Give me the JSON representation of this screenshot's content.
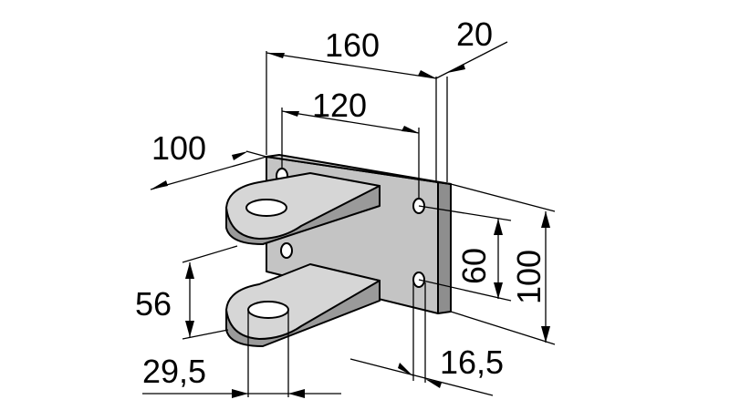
{
  "drawing": {
    "part_colors": {
      "plate_front": "#c4c4c4",
      "plate_edge": "#8e8e8e",
      "lug_top": "#d6d6d6",
      "lug_side": "#9a9a9a",
      "hole": "#ffffff",
      "outline": "#000000"
    },
    "dimensions": {
      "overall_width": "160",
      "plate_thickness": "20",
      "hole_spacing_horizontal": "120",
      "lug_depth": "100",
      "hole_spacing_vertical": "60",
      "plate_height": "100",
      "lug_spacing": "56",
      "lug_hole_diameter": "29,5",
      "hole_edge_offset": "16,5"
    }
  }
}
